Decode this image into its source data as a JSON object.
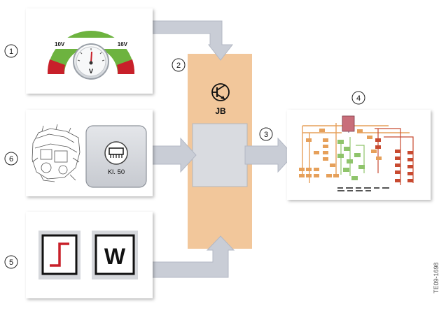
{
  "callouts": [
    {
      "id": "1",
      "label": "1"
    },
    {
      "id": "2",
      "label": "2"
    },
    {
      "id": "3",
      "label": "3"
    },
    {
      "id": "4",
      "label": "4"
    },
    {
      "id": "5",
      "label": "5"
    },
    {
      "id": "6",
      "label": "6"
    }
  ],
  "voltmeter": {
    "low_label": "10V",
    "high_label": "16V",
    "unit_label": "V"
  },
  "junction_box": {
    "label": "JB"
  },
  "terminal": {
    "label": "Kl. 50"
  },
  "signal_w": {
    "label": "W"
  },
  "figure_code": "TE09-1698",
  "colors": {
    "jb_bar": "#f2c79b",
    "arrow": "#c9cdd6",
    "arrow_stroke": "#b3b8c4",
    "gauge_green": "#6db33f",
    "gauge_red": "#c8202a",
    "circuit_orange": "#e6a05a",
    "circuit_green": "#8fc46b",
    "circuit_red": "#c84a30"
  },
  "icons": [
    "voltmeter-gauge-icon",
    "transistor-icon",
    "engine-icon",
    "relay-icon",
    "step-signal-icon",
    "circuit-diagram-icon"
  ]
}
